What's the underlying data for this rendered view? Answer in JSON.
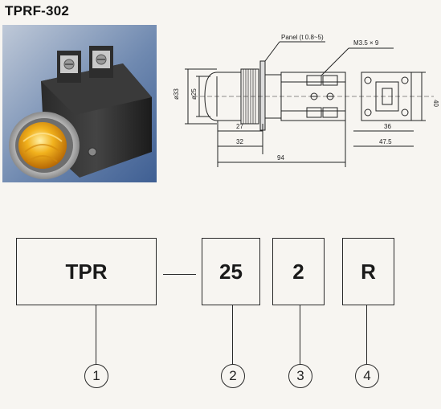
{
  "title": "TPRF-302",
  "drawing": {
    "panel_label": "Panel (t 0.8~5)",
    "screw_label": "M3.5 × 9",
    "dim_phi33": "ø33",
    "dim_phi25": "ø25",
    "dim_27": "27",
    "dim_32": "32",
    "dim_94": "94",
    "dim_36": "36",
    "dim_47_5": "47.5",
    "dim_40": "40"
  },
  "code_boxes": [
    {
      "value": "TPR",
      "marker": "1"
    },
    {
      "value": "25",
      "marker": "2"
    },
    {
      "value": "2",
      "marker": "3"
    },
    {
      "value": "R",
      "marker": "4"
    }
  ]
}
